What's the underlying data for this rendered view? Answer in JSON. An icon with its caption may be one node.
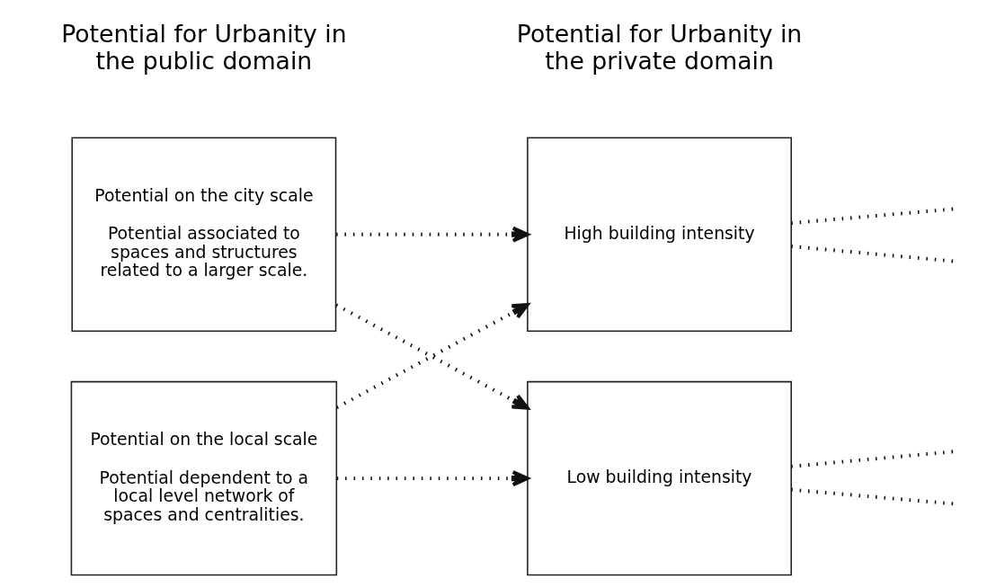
{
  "diagram": {
    "nodes": [
      {
        "text": [
          "Potential on the city scale",
          "Potential associated to spaces and structures related to a larger scale."
        ]
      },
      {
        "text": [
          "Potential on the local scale",
          "Potential dependent to a local level network of spaces and centralities."
        ]
      },
      {
        "text": [
          "High building intensity"
        ]
      },
      {
        "text": [
          "Low building intensity"
        ]
      }
    ],
    "edges": [
      {
        "from": 0,
        "to": 2,
        "arrow": "to"
      },
      {
        "from": 0,
        "to": 3,
        "arrow": "to"
      },
      {
        "from": 1,
        "to": 2,
        "arrow": "to"
      },
      {
        "from": 1,
        "to": 3,
        "arrow": "to"
      },
      {
        "from": 2,
        "to": null,
        "arrow": "none"
      },
      {
        "from": 2,
        "to": null,
        "arrow": "none"
      },
      {
        "from": 3,
        "to": null,
        "arrow": "none"
      },
      {
        "from": 3,
        "to": null,
        "arrow": "none"
      }
    ],
    "labels": [
      "Potential for Urbanity in the public domain",
      "Potential for Urbanity in the private domain"
    ]
  }
}
